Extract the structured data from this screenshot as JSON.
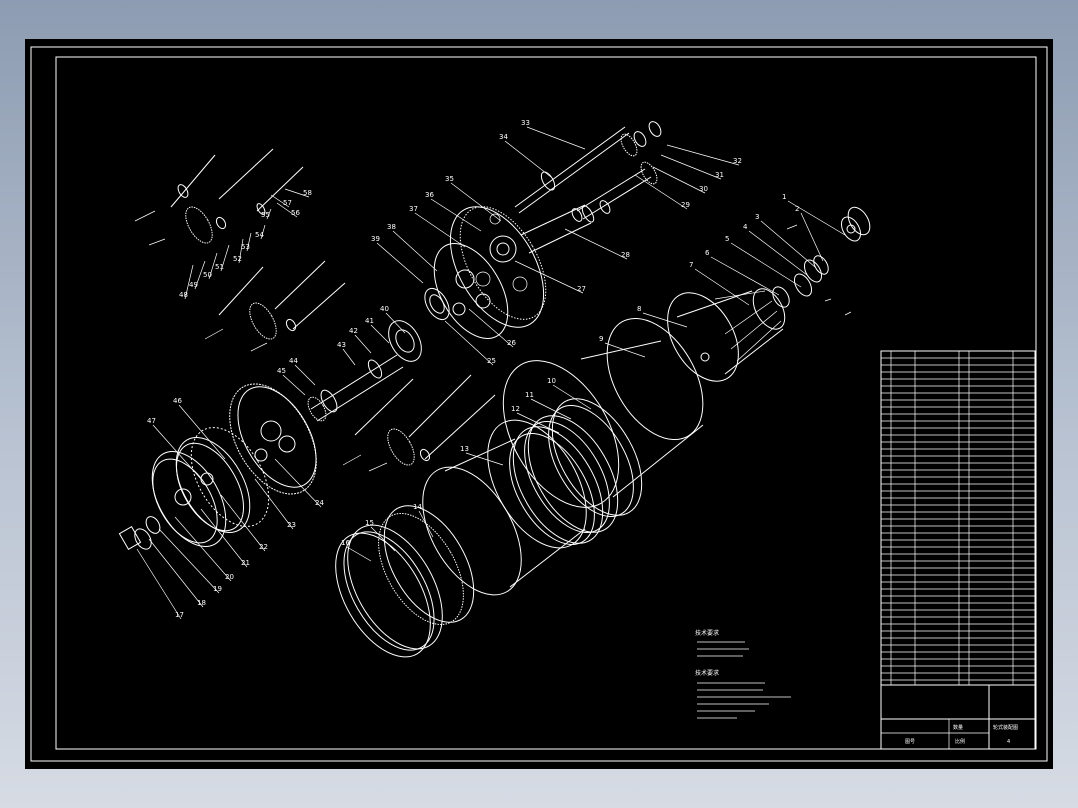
{
  "drawing": {
    "part_numbers": [
      "1",
      "2",
      "3",
      "4",
      "5",
      "6",
      "7",
      "8",
      "9",
      "10",
      "11",
      "12",
      "13",
      "14",
      "15",
      "16",
      "17",
      "18",
      "19",
      "20",
      "21",
      "22",
      "23",
      "24",
      "25",
      "26",
      "27",
      "28",
      "29",
      "30",
      "31",
      "32",
      "33",
      "34",
      "35",
      "36",
      "37",
      "38",
      "39",
      "40",
      "41",
      "42",
      "43",
      "44",
      "45",
      "46",
      "47",
      "48",
      "49",
      "50",
      "51",
      "52",
      "53",
      "54",
      "55",
      "56",
      "57",
      "58"
    ]
  },
  "title_block": {
    "drawing_title": "轮式装配图",
    "scale_cell": "比例",
    "sheet_cell": "图号",
    "material_cell": "数量",
    "corner_code": "4"
  },
  "notes": {
    "heading_1": "技术要求",
    "heading_2": "技术要求"
  },
  "colors": {
    "background": "#000000",
    "line": "#ffffff",
    "frame": "#ffffff",
    "app_bg_top": "#8d9cb2"
  }
}
